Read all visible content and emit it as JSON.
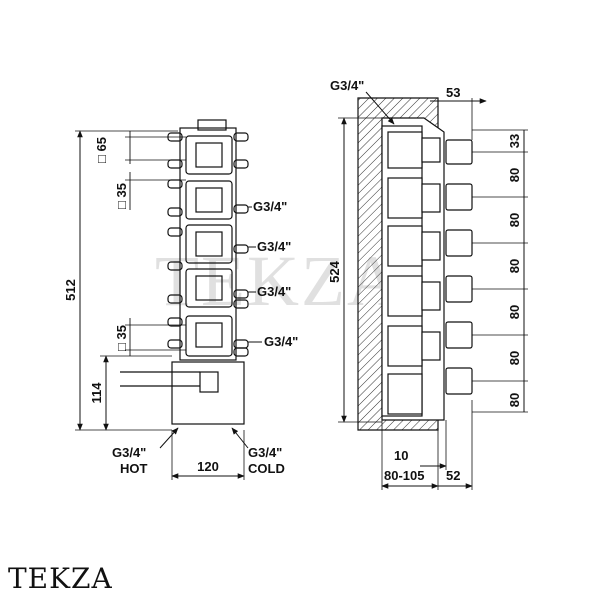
{
  "watermark": "TEKZA",
  "brand": "TEKZA",
  "front_view": {
    "height_total": "512",
    "square_top": "□ 65",
    "square_mid": "□ 35",
    "square_low": "□ 35",
    "bottom_height": "114",
    "outlet_labels": [
      "G3/4\"",
      "G3/4\"",
      "G3/4\"",
      "G3/4\""
    ],
    "inlet_hot_size": "G3/4\"",
    "inlet_hot": "HOT",
    "inlet_cold_size": "G3/4\"",
    "inlet_cold": "COLD",
    "bottom_width": "120"
  },
  "side_view": {
    "top_label": "G3/4\"",
    "top_depth": "53",
    "height_total": "524",
    "spacings": [
      "33",
      "80",
      "80",
      "80",
      "80",
      "80",
      "80"
    ],
    "dim_10": "10",
    "dim_range": "80-105",
    "dim_52": "52"
  }
}
